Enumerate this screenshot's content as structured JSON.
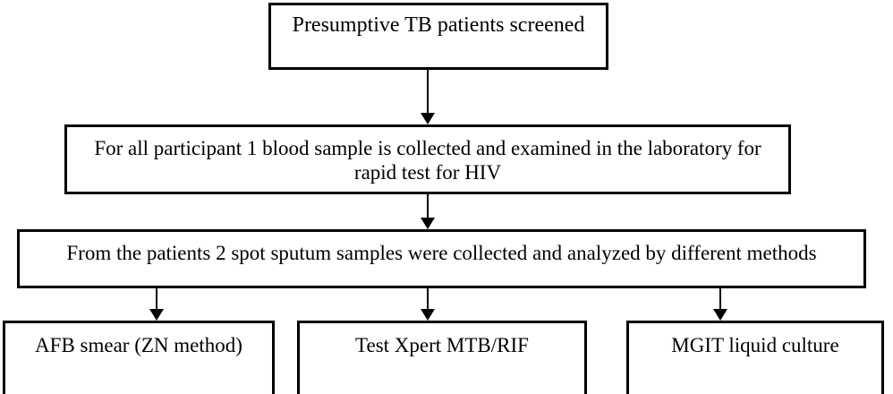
{
  "diagram": {
    "type": "flowchart",
    "orientation": "top-to-bottom",
    "nodes": {
      "screened": {
        "label": "Presumptive TB patients screened"
      },
      "blood": {
        "label": "For all participant 1 blood sample is collected and examined in the laboratory for rapid test for HIV"
      },
      "sputum": {
        "label": "From the patients 2 spot sputum samples were collected and analyzed by different methods"
      },
      "afb": {
        "label": "AFB smear (ZN method)"
      },
      "xpert": {
        "label": "Test Xpert MTB/RIF"
      },
      "mgit": {
        "label": "MGIT liquid culture"
      }
    },
    "edges": [
      {
        "from": "screened",
        "to": "blood",
        "marker": "arrowhead-down"
      },
      {
        "from": "blood",
        "to": "sputum",
        "marker": "arrowhead-down"
      },
      {
        "from": "sputum",
        "to": "afb",
        "marker": "arrowhead-down"
      },
      {
        "from": "sputum",
        "to": "xpert",
        "marker": "arrowhead-down"
      },
      {
        "from": "sputum",
        "to": "mgit",
        "marker": "arrowhead-down"
      }
    ],
    "colors": {
      "background": "#ffffff",
      "box_fill": "#ffffff",
      "box_border": "#000000",
      "text": "#000000",
      "arrow": "#000000"
    }
  }
}
